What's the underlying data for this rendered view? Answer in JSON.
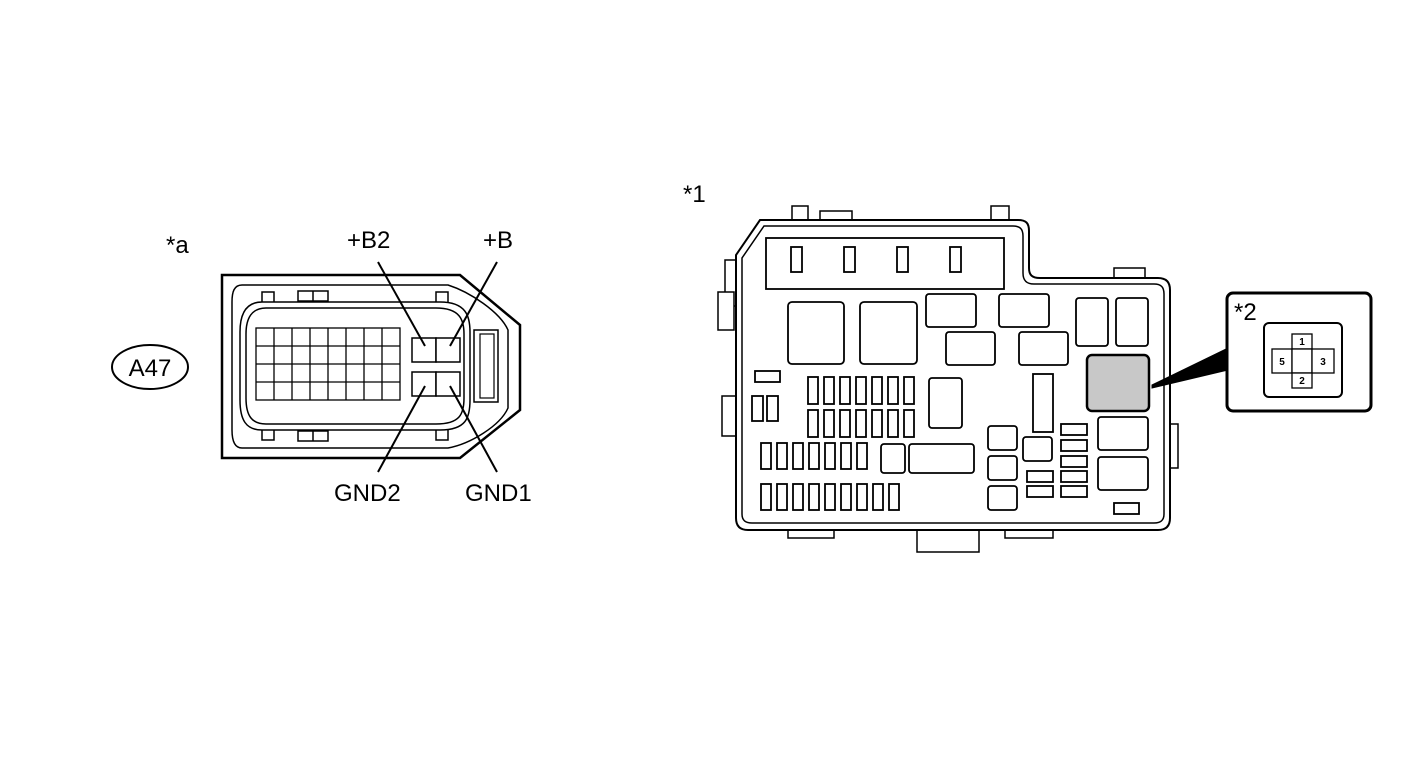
{
  "labels": {
    "star_a": "*a",
    "connector_code": "A47",
    "plus_b2": "+B2",
    "plus_b": "+B",
    "gnd2": "GND2",
    "gnd1": "GND1",
    "star_1": "*1",
    "star_2": "*2"
  },
  "relay_pins": {
    "pin_top": "1",
    "pin_left": "5",
    "pin_right": "3",
    "pin_bottom": "2"
  },
  "colors": {
    "line": "#000000",
    "background": "#ffffff",
    "highlight": "#c8c8c8"
  }
}
